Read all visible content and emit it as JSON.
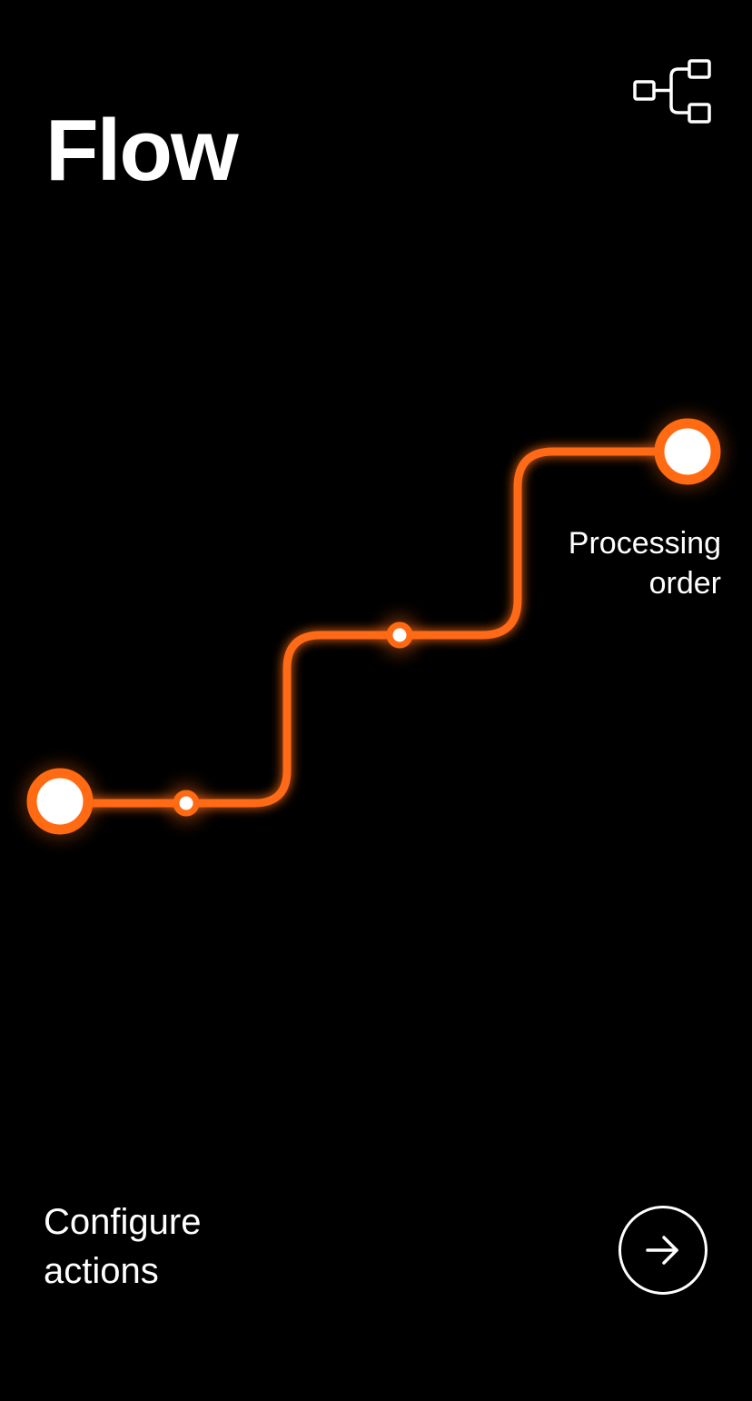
{
  "header": {
    "title": "Flow",
    "flow_icon": "flowchart-icon"
  },
  "flow": {
    "accent_color": "#ff6a13",
    "node_fill": "#ffffff",
    "steps": [
      {
        "name": "start"
      },
      {
        "name": "step-2"
      },
      {
        "name": "step-3"
      },
      {
        "name": "end"
      }
    ],
    "active_step_label": {
      "line1": "Processing",
      "line2": "order"
    }
  },
  "footer": {
    "cta_line1": "Configure",
    "cta_line2": "actions",
    "next_icon": "arrow-right-icon"
  }
}
